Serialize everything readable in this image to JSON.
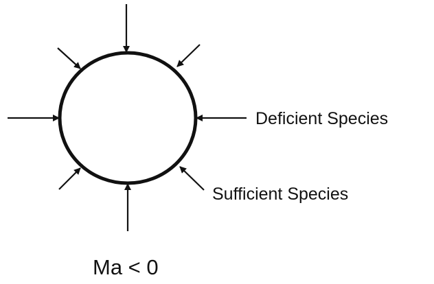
{
  "labels": {
    "deficient": "Deficient Species",
    "sufficient": "Sufficient Species",
    "condition": "Ma < 0"
  },
  "colors": {
    "stroke": "#111111",
    "background": "#ffffff"
  }
}
